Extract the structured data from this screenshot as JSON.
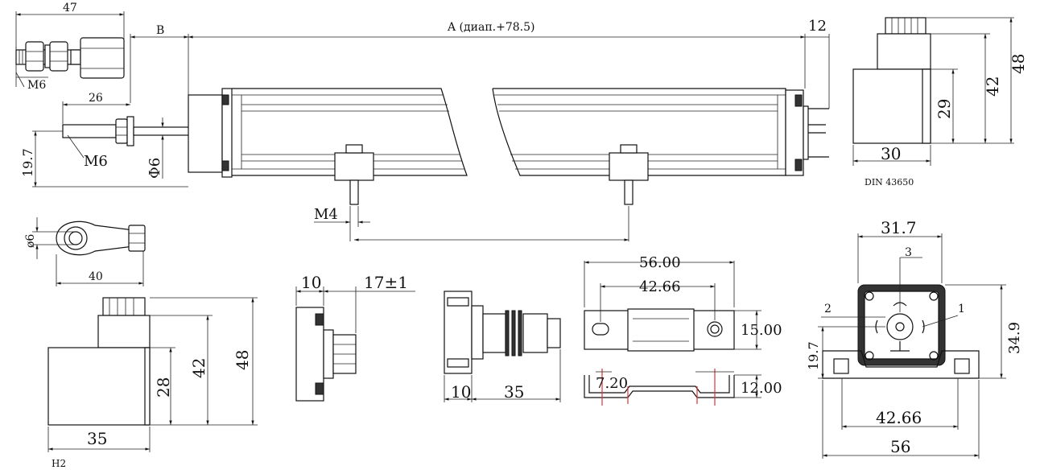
{
  "labels": {
    "dim_47": "47",
    "dim_B": "B",
    "dim_A": "A (диап.+78.5)",
    "dim_12_top": "12",
    "dim_M6_top": "M6",
    "dim_26": "26",
    "dim_19_7_left": "19.7",
    "dim_M6_mid": "M6",
    "dim_phi6_mid": "Φ6",
    "dim_M4": "M4",
    "dim_48_right": "48",
    "dim_42_right": "42",
    "dim_29_right": "29",
    "dim_30_right": "30",
    "din_label": "DIN 43650",
    "dim_phi6_eye": "ø6",
    "dim_40": "40",
    "dim_35_h2": "35",
    "dim_28_h2": "28",
    "dim_42_h2": "42",
    "dim_48_h2": "48",
    "h2_label": "H2",
    "dim_10_conn": "10",
    "dim_17_conn": "17±1",
    "dim_10_m12": "10",
    "dim_35_m12": "35",
    "dim_56_00": "56.00",
    "dim_42_66_top": "42.66",
    "dim_15_00": "15.00",
    "dim_7_20": "7.20",
    "dim_12_00": "12.00",
    "dim_31_7": "31.7",
    "pin_3": "3",
    "pin_2": "2",
    "pin_1": "1",
    "dim_34_9": "34.9",
    "dim_19_7_right": "19.7",
    "dim_42_66_bottom": "42.66",
    "dim_56_bottom": "56"
  }
}
